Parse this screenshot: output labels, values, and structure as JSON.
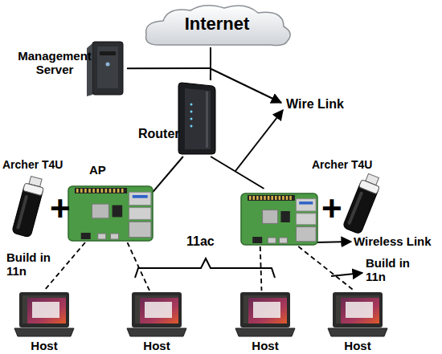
{
  "diagram": {
    "nodes": [
      {
        "text": [
          "Internet"
        ]
      },
      {
        "text": [
          "Management Server"
        ]
      },
      {
        "text": [
          "Router"
        ]
      },
      {
        "text": [
          "Archer T4U"
        ]
      },
      {
        "text": [
          "AP"
        ]
      },
      {
        "text": []
      },
      {
        "text": [
          "Archer T4U"
        ]
      },
      {
        "text": [
          "Host"
        ]
      },
      {
        "text": [
          "Host"
        ]
      },
      {
        "text": [
          "Host"
        ]
      },
      {
        "text": [
          "Host"
        ]
      }
    ],
    "edges": [
      {
        "from": 0,
        "to": 2,
        "arrow": "none"
      },
      {
        "from": 1,
        "to": 2,
        "arrow": "none"
      },
      {
        "from": 2,
        "to": 4,
        "arrow": "none"
      },
      {
        "from": 2,
        "to": 5,
        "arrow": "none"
      },
      {
        "from": 4,
        "to": 7,
        "arrow": "none"
      },
      {
        "from": 4,
        "to": 8,
        "arrow": "none"
      },
      {
        "from": 5,
        "to": 9,
        "arrow": "none"
      },
      {
        "from": 5,
        "to": 10,
        "arrow": "none"
      }
    ],
    "labels": [
      "Wire Link",
      "+",
      "+",
      "Wireless Link",
      "Build in 11n",
      "11ac",
      "Build in 11n"
    ]
  }
}
